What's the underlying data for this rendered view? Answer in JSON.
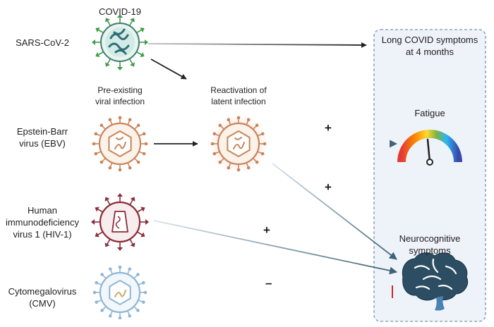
{
  "top_label": "COVID-19",
  "viruses": {
    "sars": "SARS-CoV-2",
    "ebv": "Epstein-Barr\nvirus (EBV)",
    "hiv": "Human\nimmunodeficiency\nvirus 1 (HIV-1)",
    "cmv": "Cytomegalovirus\n(CMV)"
  },
  "preexisting_label": "Pre-existing\nviral infection",
  "reactivation_label": "Reactivation of\nlatent infection",
  "outcomes": {
    "header": "Long COVID symptoms\nat 4 months",
    "fatigue": "Fatigue",
    "neuro": "Neurocognitive\nsymptoms"
  },
  "signs": {
    "reactivation_fatigue": "+",
    "reactivation_neuro": "+",
    "hiv_neuro": "+",
    "cmv_neuro": "–"
  },
  "colors": {
    "sars_spike": "#3e9c4a",
    "sars_core": "#2f6f73",
    "ebv": "#c8855a",
    "hiv": "#8b2b3a",
    "cmv": "#8fb6d6",
    "effect_arrow": "#3f6276",
    "inhibit_line": "#c62828",
    "panel_fill": "#eef3fa",
    "panel_border": "#7d93ad",
    "brain": "#2d4d63"
  },
  "icons": [
    "sars-cov-2-virus-icon",
    "ebv-virus-icon",
    "reactivated-ebv-virus-icon",
    "hiv-virus-icon",
    "cmv-virus-icon",
    "fatigue-gauge-icon",
    "brain-icon"
  ]
}
